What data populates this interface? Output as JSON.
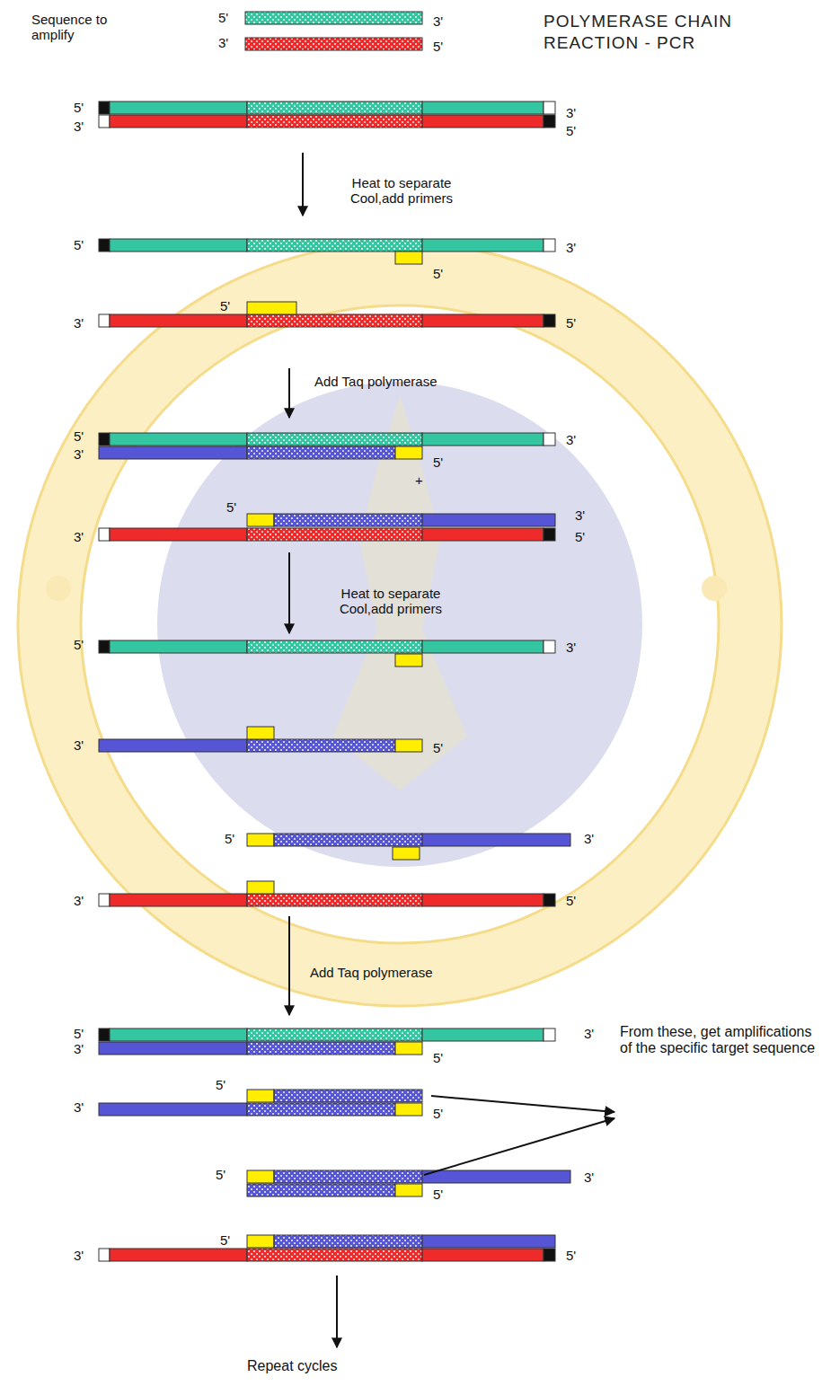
{
  "diagram": {
    "title": "POLYMERASE CHAIN REACTION - PCR",
    "labels": [
      "Sequence to amplify",
      "5'",
      "3'",
      "3'",
      "5'",
      "5'",
      "3'",
      "3'",
      "5'",
      "Heat to separate Cool,add primers",
      "5'",
      "3'",
      "5'",
      "5'",
      "3'",
      "5'",
      "Add Taq polymerase",
      "5'",
      "3'",
      "3'",
      "5'",
      "+",
      "5'",
      "3'",
      "3'",
      "5'",
      "Heat to separate Cool,add primers",
      "5'",
      "3'",
      "3'",
      "5'",
      "5'",
      "3'",
      "3'",
      "5'",
      "Add Taq polymerase",
      "5'",
      "3'",
      "3'",
      "5'",
      "5'",
      "3'",
      "5'",
      "From these, get amplifications of the specific target sequence",
      "5'",
      "3'",
      "5'",
      "5'",
      "3'",
      "5'",
      "Repeat cycles"
    ]
  }
}
